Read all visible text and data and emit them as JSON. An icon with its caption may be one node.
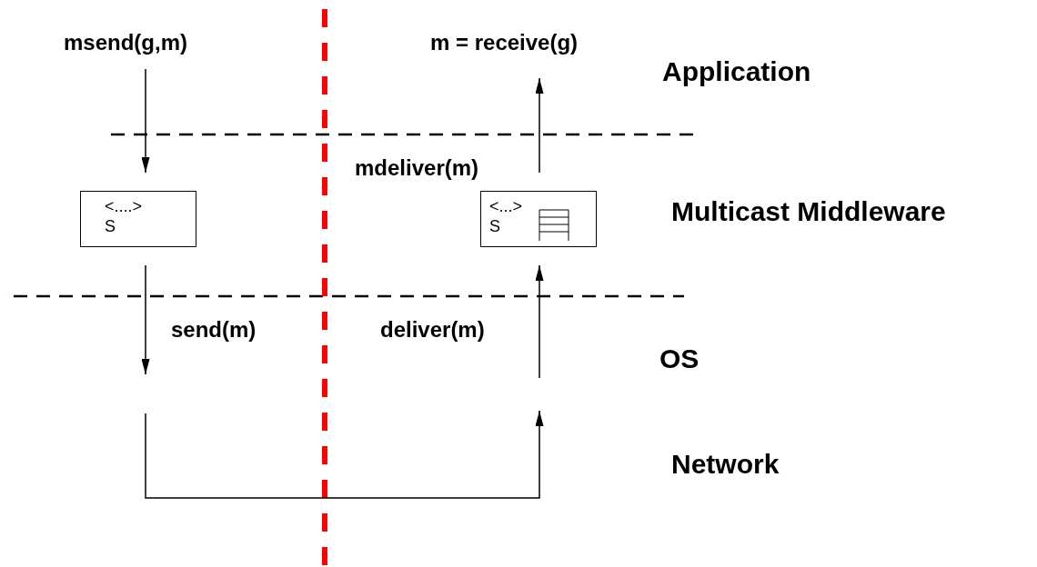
{
  "diagram": {
    "nodes": [
      {
        "text": [
          "msend(g,m)"
        ]
      },
      {
        "text": [
          "m = receive(g)"
        ]
      },
      {
        "text": [
          "<....>",
          "S"
        ]
      },
      {
        "text": [
          "<...>",
          "S"
        ]
      }
    ],
    "edges": [
      {
        "from": 0,
        "to": 2,
        "arrow": "to"
      },
      {
        "from": 3,
        "to": 1,
        "arrow": "to",
        "label": "mdeliver(m)"
      },
      {
        "from": 2,
        "to": null,
        "arrow": "to",
        "label": "send(m)"
      },
      {
        "from": null,
        "to": 3,
        "arrow": "to",
        "label": "deliver(m)"
      }
    ],
    "labels": [
      "Application",
      "Multicast Middleware",
      "OS",
      "Network"
    ]
  }
}
